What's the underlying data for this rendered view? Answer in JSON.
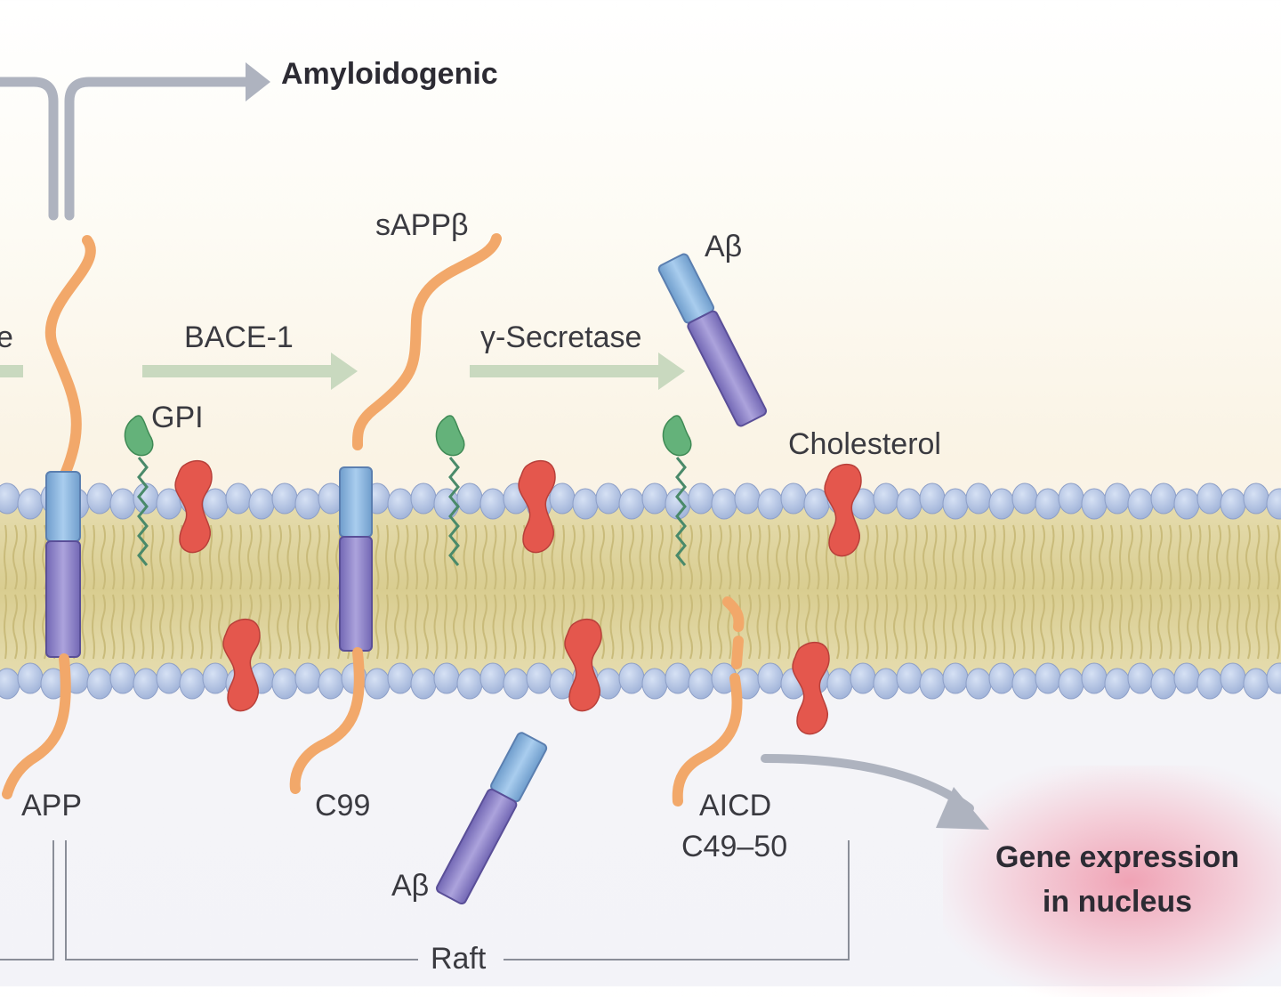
{
  "labels": {
    "amyloidogenic": "Amyloidogenic",
    "partial_left": "e",
    "bace1": "BACE-1",
    "gamma_secretase": "γ-Secretase",
    "sappb": "sAPPβ",
    "ab_top": "Aβ",
    "gpi": "GPI",
    "cholesterol": "Cholesterol",
    "app": "APP",
    "c99": "C99",
    "aicd": "AICD",
    "c49_50": "C49–50",
    "ab_bottom": "Aβ",
    "raft": "Raft",
    "gene_expression_line1": "Gene expression",
    "gene_expression_line2": "in nucleus"
  },
  "colors": {
    "arrow_gray": "#aeb3bf",
    "arrow_green": "#c9d9bf",
    "peptide_orange": "#f2a86a",
    "ab_blue": "#8db7dd",
    "ab_purple": "#9188c8",
    "gpi_green": "#64b27a",
    "cholesterol_red": "#e4574d",
    "lipid_head": "#b8c7e4",
    "lipid_tail": "#ddd3a0",
    "glow_pink": "#ee7891"
  }
}
